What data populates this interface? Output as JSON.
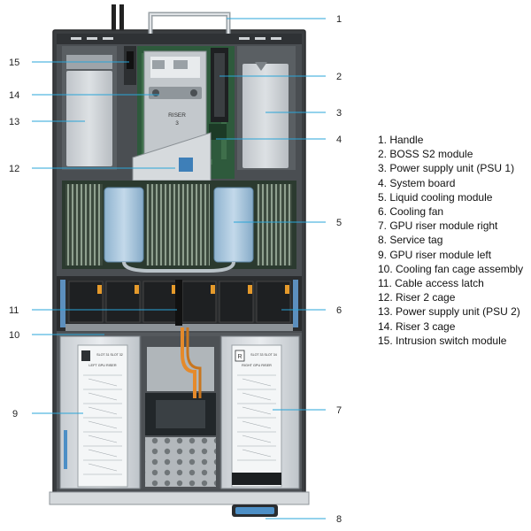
{
  "diagram": {
    "riser3_label_line1": "RISER",
    "riser3_label_line2": "3",
    "left_badge": "L",
    "left_riser_title": "LEFT GPU RISER",
    "left_riser_slots": "SLOT 31  SLOT 32",
    "right_badge": "R",
    "right_riser_title": "RIGHT GPU RISER",
    "right_riser_slots": "SLOT 33  SLOT 34",
    "callout_numbers": [
      "1",
      "2",
      "3",
      "4",
      "5",
      "6",
      "7",
      "8",
      "9",
      "10",
      "11",
      "12",
      "13",
      "14",
      "15"
    ]
  },
  "legend": {
    "items": [
      "1. Handle",
      "2. BOSS S2 module",
      "3. Power supply unit (PSU 1)",
      "4. System board",
      "5. Liquid cooling module",
      "6. Cooling fan",
      "7. GPU riser module right",
      "8. Service tag",
      "9. GPU riser module left",
      "10. Cooling fan cage assembly",
      "11. Cable access latch",
      "12. Riser 2 cage",
      "13. Power supply unit (PSU 2)",
      "14. Riser 3 cage",
      "15. Intrusion switch module"
    ]
  }
}
